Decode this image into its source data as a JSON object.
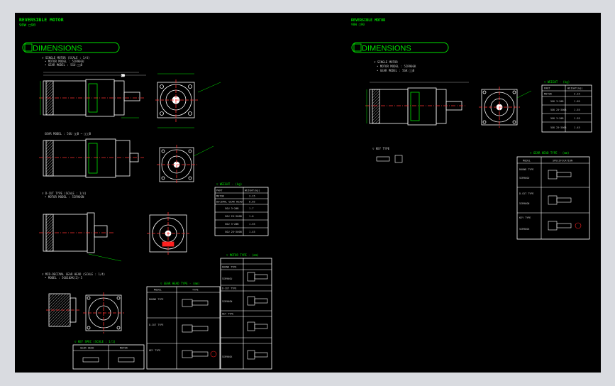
{
  "colors": {
    "background": "#000000",
    "frame": "#d9dbe0",
    "geometry": "#ffffff",
    "annotation": "#00e000",
    "centerline": "#ff3030",
    "tables": "#ffffff",
    "dimension": "#d0d0d0",
    "highlight": "#ff2020"
  },
  "left_sheet": {
    "title": "REVERSIBLE MOTOR",
    "subtitle": "90W □90",
    "section_heading": "DIMENSIONS",
    "note_1": "▽ SINGLE MOTOR (SCALE : 1/4)",
    "note_1a": "• MOTOR MODEL : 5IR90GU",
    "note_1b": "• GEAR MODEL : 5GU □□B",
    "note_2": "GEAR MODEL : 5GU □□B ~ □□□B",
    "note_3": "▽ D-CUT TYPE (SCALE : 1/4)",
    "note_3a": "• MOTOR MODEL : 5IR90GN",
    "note_4": "▽ MID-DECIMAL GEAR HEAD (SCALE : 1/4)",
    "note_4a": "• MODEL : 5GU10XK(2)-5",
    "weight_table_title": "▽ WEIGHT - (kg)",
    "weight_table_headers": [
      "PART",
      "WEIGHT(kg)"
    ],
    "weight_table_rows": [
      [
        "MOTOR",
        "3.15"
      ],
      [
        "DECIMAL GEAR HEAD",
        "0.65"
      ],
      [
        "5GU 3~20B",
        "1.7"
      ],
      [
        "5GU 25~200B",
        "1.6"
      ],
      [
        "5GU 3~20B",
        "1.55"
      ],
      [
        "5GU 25~200B",
        "1.45"
      ]
    ],
    "shaft_table_title": "▽ GEAR HEAD TYPE - (mm)",
    "shaft_table_headers": [
      "MODEL",
      "TYPE"
    ],
    "shaft_table_rows": [
      "ROUND TYPE",
      "D-CUT TYPE",
      "KEY TYPE"
    ],
    "shaft_table2_title": "▽ MOTOR TYPE - (mm)",
    "shaft_table2_rows": [
      "ROUND TYPE",
      "5IR90GU",
      "D-CUT TYPE",
      "5IR90GN",
      "KEY TYPE",
      "5IR90GK"
    ],
    "key_table_title": "▽ KEY SPEC (SCALE : 1/1)",
    "key_table_headers": [
      "GEAR HEAD",
      "MOTOR"
    ]
  },
  "right_sheet": {
    "title": "REVERSIBLE MOTOR",
    "subtitle": "90W □90",
    "section_heading": "DIMENSIONS",
    "note_1": "▽ SINGLE MOTOR",
    "note_1a": "• MOTOR MODEL : 5IR90GK",
    "note_1b": "• GEAR MODEL : 5GK □□B",
    "key_note": "▽ KEY TYPE",
    "weight_table_title": "▽ WEIGHT - (kg)",
    "weight_table_headers": [
      "PART",
      "WEIGHT(kg)"
    ],
    "weight_table_rows": [
      [
        "MOTOR",
        "3.15"
      ],
      [
        "5GK 3~20B",
        "1.65"
      ],
      [
        "5GK 25~200B",
        "1.55"
      ],
      [
        "5GK 3~20B",
        "1.55"
      ],
      [
        "5GK 25~200B",
        "1.45"
      ]
    ],
    "shaft_table_title": "▽ GEAR HEAD TYPE - (mm)",
    "shaft_table_headers": [
      "MODEL",
      "SPECIFICATION"
    ],
    "shaft_table_rows": [
      "ROUND TYPE",
      "5IR90GU",
      "D-CUT TYPE",
      "5IR90GN",
      "KEY TYPE",
      "5IR90GK"
    ]
  }
}
